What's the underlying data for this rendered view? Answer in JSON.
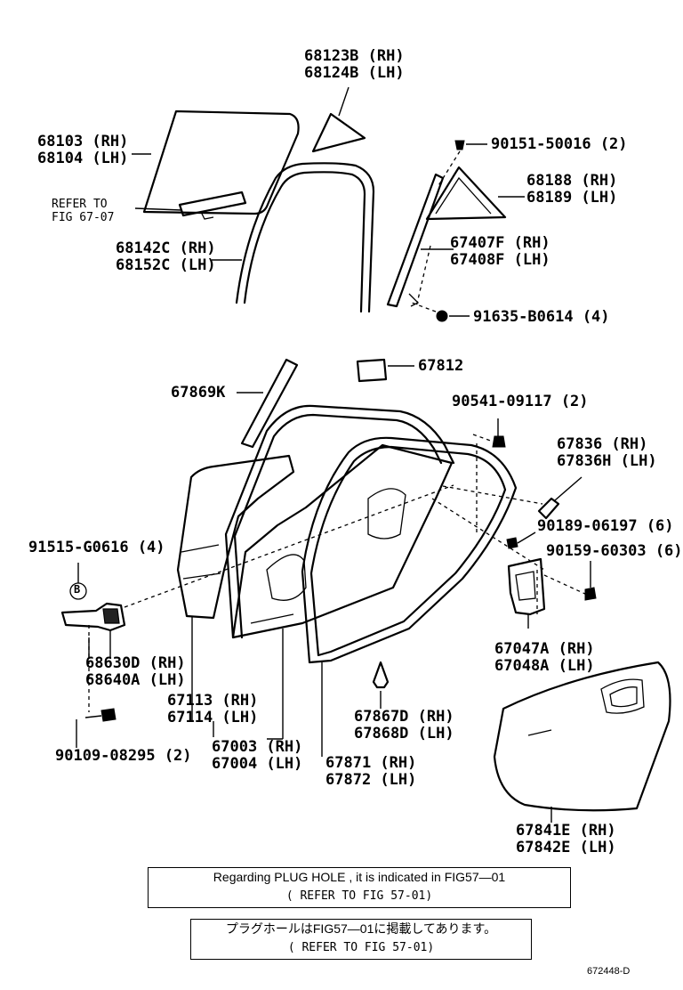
{
  "labels": {
    "glass_rear_vent_rh": "68123B (RH)",
    "glass_rear_vent_lh": "68124B (LH)",
    "glass_door_rh": "68103 (RH)",
    "glass_door_lh": "68104 (LH)",
    "refer_to": "REFER TO",
    "refer_fig": "FIG 67-07",
    "run_channel_rh": "68142C (RH)",
    "run_channel_lh": "68152C (LH)",
    "screw_top": "90151-50016 (2)",
    "quarter_glass_rh": "68188 (RH)",
    "quarter_glass_lh": "68189 (LH)",
    "division_bar_rh": "67407F (RH)",
    "division_bar_lh": "67408F (LH)",
    "bolt_division": "91635-B0614 (4)",
    "plug_hole_cover": "67812",
    "seal_k": "67869K",
    "clip_90541": "90541-09117 (2)",
    "handle_rh": "67836 (RH)",
    "handle_lh": "67836H (LH)",
    "clip_90189": "90189-06197 (6)",
    "bolt_91515": "91515-G0616 (4)",
    "screw_90159": "90159-60303 (6)",
    "circle_b": "B",
    "hinge_rh": "68630D (RH)",
    "hinge_lh": "68640A (LH)",
    "check_rh": "67047A (RH)",
    "check_lh": "67048A (LH)",
    "panel_rh": "67113 (RH)",
    "panel_lh": "67114 (LH)",
    "clip_rh": "67867D (RH)",
    "clip_lh": "67868D (LH)",
    "bolt_90109": "90109-08295 (2)",
    "door_rh": "67003 (RH)",
    "door_lh": "67004 (LH)",
    "weatherstrip_rh": "67871 (RH)",
    "weatherstrip_lh": "67872 (LH)",
    "trim_rh": "67841E (RH)",
    "trim_lh": "67842E (LH)"
  },
  "notes": {
    "english_line1": "Regarding PLUG HOLE , it is indicated in FIG57—01",
    "english_line2": "( REFER TO FIG 57-01)",
    "japanese_line1": "プラグホールはFIG57—01に掲載してあります。",
    "japanese_line2": "( REFER TO FIG 57-01)"
  },
  "figure_code": "672448-D"
}
